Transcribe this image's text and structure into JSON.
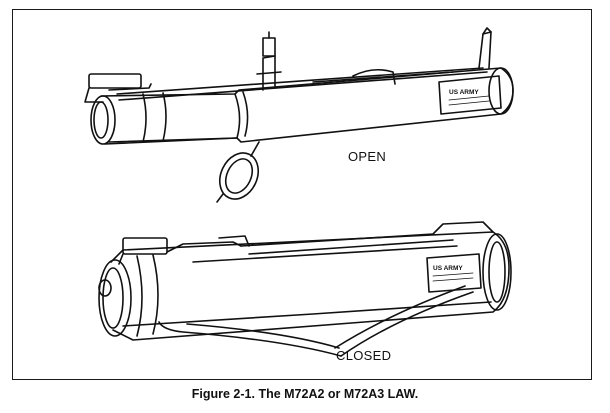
{
  "figure": {
    "label_open": "OPEN",
    "label_closed": "CLOSED",
    "marking_open": "US ARMY",
    "marking_closed": "US ARMY",
    "caption": "Figure 2-1.  The M72A2 or M72A3 LAW."
  }
}
